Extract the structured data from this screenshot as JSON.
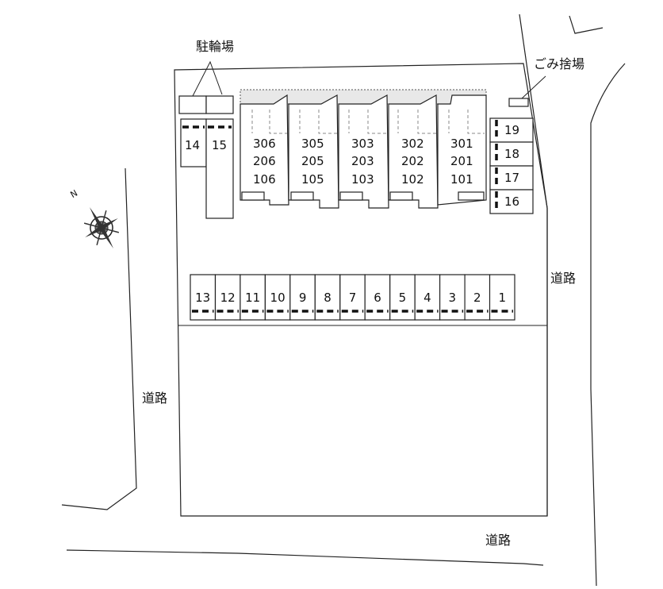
{
  "labels": {
    "bicycle_parking": "駐輪場",
    "garbage_area": "ごみ捨場",
    "road_east": "道路",
    "road_west": "道路",
    "road_south": "道路",
    "compass_n": "N"
  },
  "building": {
    "units": [
      {
        "top": "306",
        "mid": "206",
        "bottom": "106"
      },
      {
        "top": "305",
        "mid": "205",
        "bottom": "105"
      },
      {
        "top": "303",
        "mid": "203",
        "bottom": "103"
      },
      {
        "top": "302",
        "mid": "202",
        "bottom": "102"
      },
      {
        "top": "301",
        "mid": "201",
        "bottom": "101"
      }
    ]
  },
  "parking": {
    "bottom_row": [
      "13",
      "12",
      "11",
      "10",
      "9",
      "8",
      "7",
      "6",
      "5",
      "4",
      "3",
      "2",
      "1"
    ],
    "right_column": [
      "19",
      "18",
      "17",
      "16"
    ],
    "left_pair": [
      "14",
      "15"
    ]
  }
}
